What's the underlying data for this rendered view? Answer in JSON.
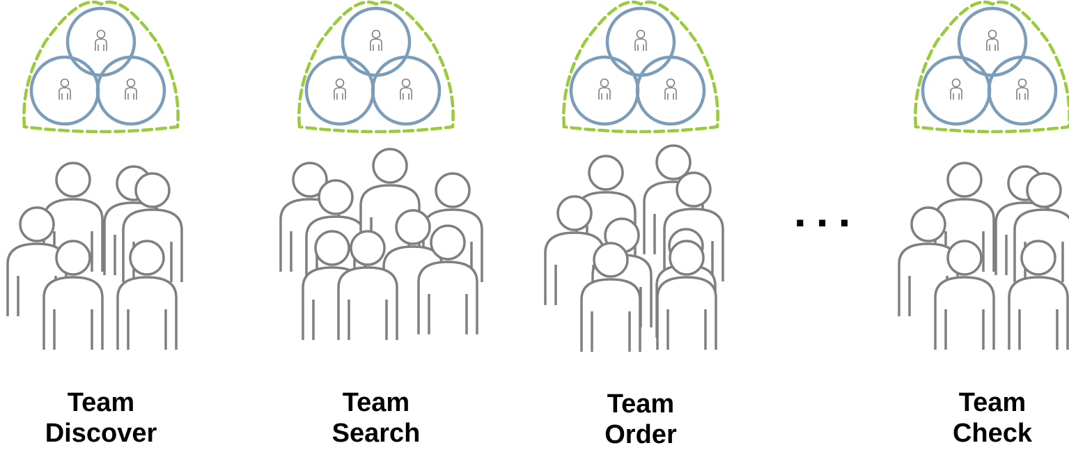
{
  "colors": {
    "dashed_outline": "#9ACB3C",
    "member_circle": "#7B9DBA",
    "person_stroke": "#7F7F7F",
    "label_text": "#000000"
  },
  "teams": [
    {
      "label_line1": "Team",
      "label_line2": "Discover",
      "crowd_variant": "A"
    },
    {
      "label_line1": "Team",
      "label_line2": "Search",
      "crowd_variant": "B"
    },
    {
      "label_line1": "Team",
      "label_line2": "Order",
      "crowd_variant": "C"
    },
    {
      "label_line1": "Team",
      "label_line2": "Check",
      "crowd_variant": "A"
    }
  ],
  "ellipsis": "...",
  "icons": {
    "member": "person-outline-icon",
    "crowd": "person-outline-icon"
  }
}
